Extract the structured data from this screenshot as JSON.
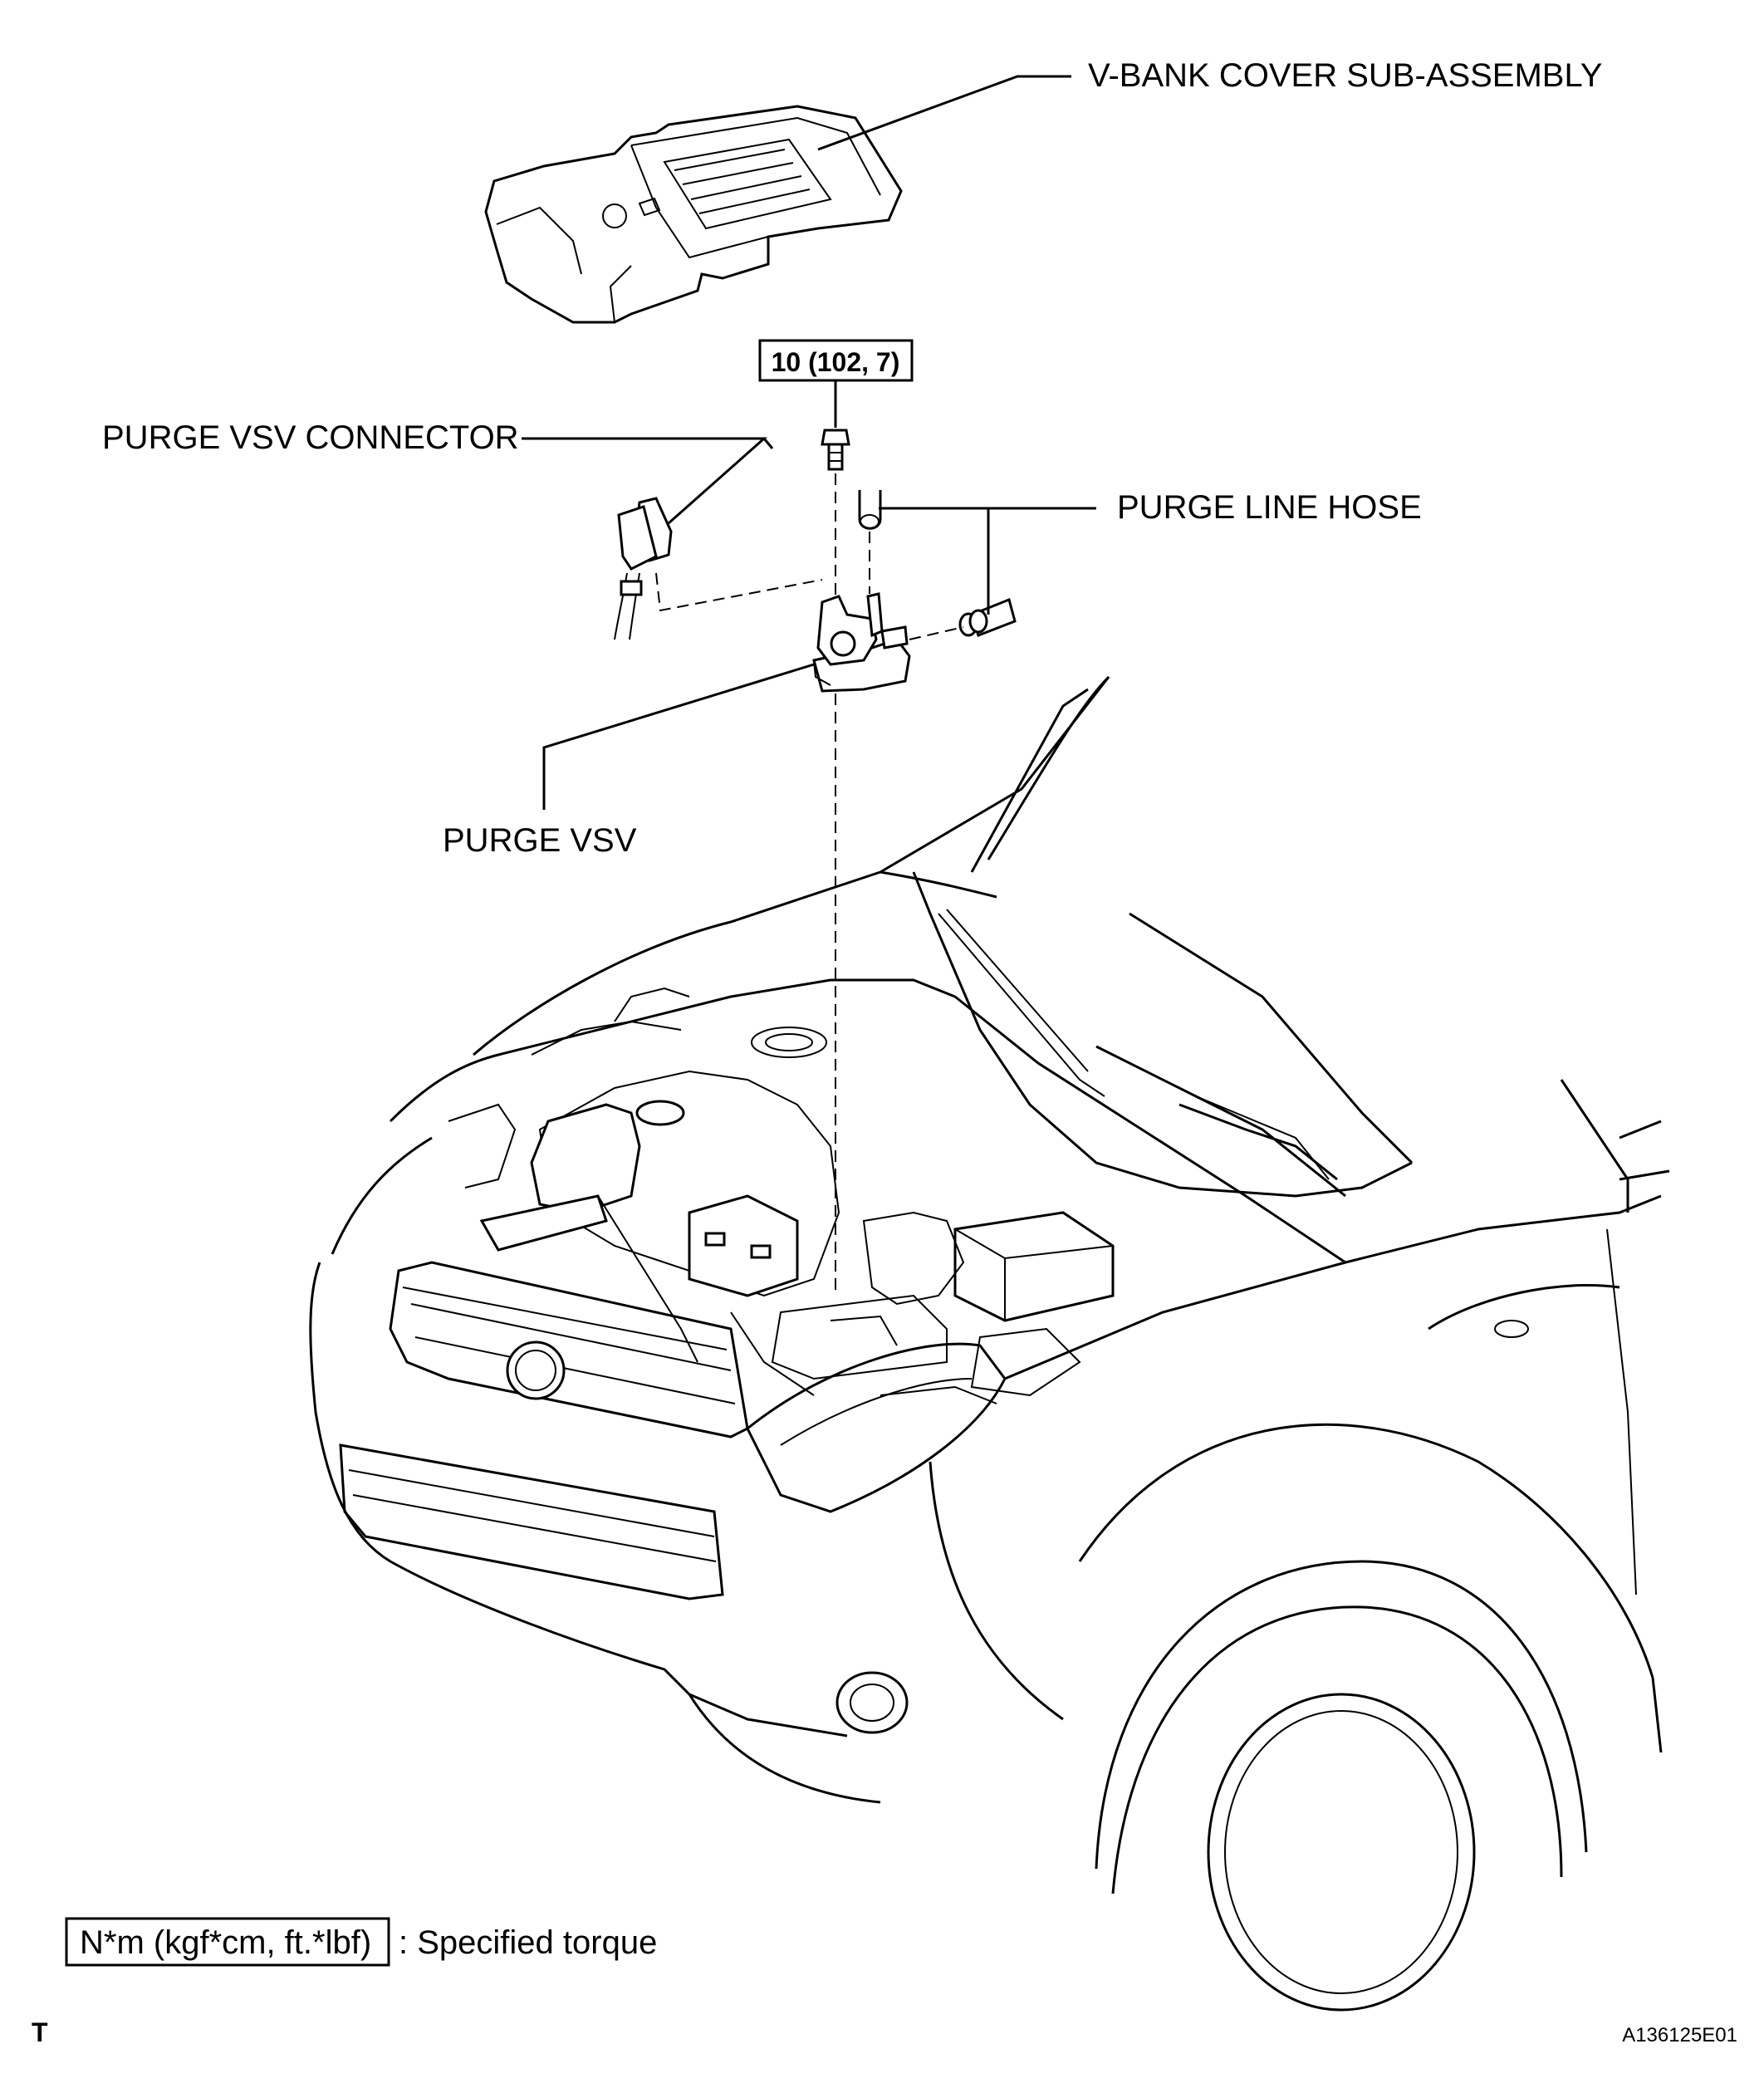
{
  "labels": {
    "v_bank_cover": "V-BANK COVER SUB-ASSEMBLY",
    "purge_vsv_connector": "PURGE VSV CONNECTOR",
    "purge_line_hose": "PURGE LINE HOSE",
    "purge_vsv": "PURGE VSV"
  },
  "torque": {
    "value": "10 (102, 7)"
  },
  "legend": {
    "units": "N*m (kgf*cm, ft.*lbf)",
    "description": ": Specified torque"
  },
  "footer": {
    "left_code": "T",
    "figure_id": "A136125E01"
  }
}
